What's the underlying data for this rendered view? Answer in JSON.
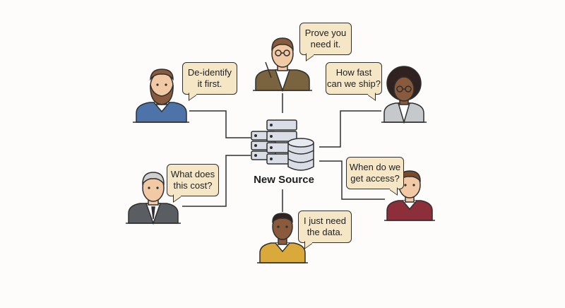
{
  "center": {
    "label": "New Source"
  },
  "people": [
    {
      "id": "privacy",
      "quote": "De-identify\nit first."
    },
    {
      "id": "skeptic",
      "quote": "Prove you\nneed it."
    },
    {
      "id": "product",
      "quote": "How fast\ncan we ship?"
    },
    {
      "id": "finance",
      "quote": "What does\nthis cost?"
    },
    {
      "id": "analyst",
      "quote": "I just need\nthe data."
    },
    {
      "id": "engineer",
      "quote": "When do we\nget access?"
    }
  ],
  "colors": {
    "bubble": "#f5e6c6",
    "line": "#2f2f2f",
    "server": "#d9dde6",
    "skin_light": "#f2c9a5",
    "skin_dark": "#8a5a3c",
    "shirt_blue": "#4d73a8",
    "jacket_brown": "#7a6440",
    "jacket_gray": "#c6c9cc",
    "suit_gray": "#5a5d61",
    "shirt_yellow": "#d9a93c",
    "shirt_maroon": "#8c2f3a"
  }
}
